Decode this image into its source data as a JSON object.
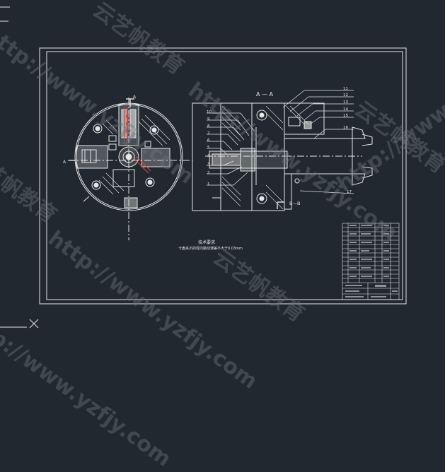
{
  "drawing": {
    "section_label": "A — A",
    "section_b_label": "B—B",
    "view_marker_top": "A",
    "view_marker_left": "A",
    "part_numbers_left": [
      "10",
      "9",
      "8",
      "7",
      "6",
      "5",
      "4",
      "3",
      "2",
      "1"
    ],
    "part_numbers_right": [
      "11",
      "12",
      "13",
      "14",
      "15",
      "16",
      "17"
    ],
    "tech_title": "技术要求",
    "tech_note": "卡盘夹爪的径向跳动误差不大于0.03mm"
  },
  "watermark": {
    "url_text": "http://www.yzfjy.com",
    "brand_text": "云艺帆教育"
  },
  "colors": {
    "background": "#212830",
    "line": "#e6e6e6",
    "accent_red": "#d9443b",
    "watermark": "#6d747c"
  }
}
